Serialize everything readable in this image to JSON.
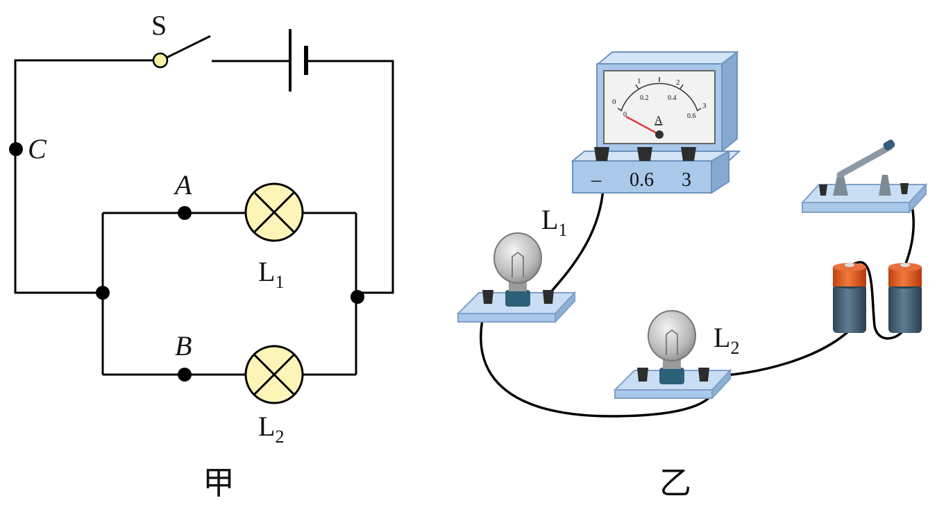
{
  "figures": {
    "left_caption": "甲",
    "right_caption": "乙"
  },
  "circuit": {
    "switch_label": "S",
    "node_a": "A",
    "node_b": "B",
    "node_c": "C",
    "lamp1": {
      "base": "L",
      "sub": "1"
    },
    "lamp2": {
      "base": "L",
      "sub": "2"
    }
  },
  "ammeter": {
    "unit": "A",
    "outer_scale": [
      "0",
      "1",
      "2",
      "3"
    ],
    "inner_scale": [
      "0",
      "0.2",
      "0.4",
      "0.6"
    ],
    "terminals": [
      "–",
      "0.6",
      "3"
    ]
  },
  "apparatus": {
    "lamp1": {
      "base": "L",
      "sub": "1"
    },
    "lamp2": {
      "base": "L",
      "sub": "2"
    }
  },
  "colors": {
    "wire": "#000000",
    "lamp_fill": "#fdf5b8",
    "switch_pivot": "#f7f1a8",
    "board": "#b9d3ee",
    "meter_body": "#a9c8ea",
    "battery_top": "#d9541e",
    "battery_body": "#3b5568"
  }
}
